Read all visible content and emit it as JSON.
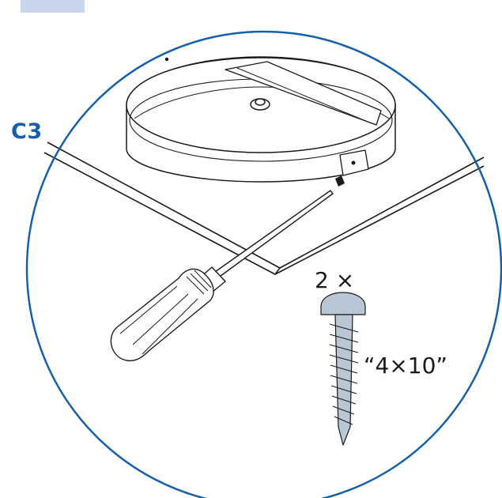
{
  "step": {
    "label": "C3"
  },
  "screws": {
    "quantity": "2 ×",
    "size": "“4×10”"
  },
  "colors": {
    "accent": "#1560A8",
    "tab": "#C9D6EB",
    "line": "#1a1a1a",
    "screw_fill": "#B9C6D4"
  },
  "icons": {
    "tool": "screwdriver",
    "fastener": "screw",
    "part": "ceiling-mount-base"
  }
}
